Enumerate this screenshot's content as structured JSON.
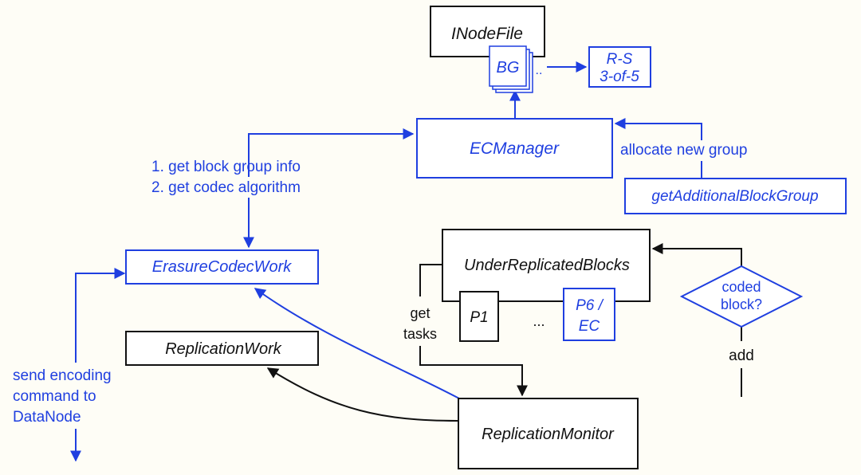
{
  "colors": {
    "blue": "#1f3fe0",
    "black": "#111111",
    "background": "#fefdf6"
  },
  "nodes": {
    "inodefile": "INodeFile",
    "bg": "BG",
    "bg_dots": "..",
    "rs_line1": "R-S",
    "rs_line2": "3-of-5",
    "ecmanager": "ECManager",
    "get_additional_block_group": "getAdditionalBlockGroup",
    "erasure_codec_work": "ErasureCodecWork",
    "under_replicated_blocks": "UnderReplicatedBlocks",
    "p1": "P1",
    "p_dots": "...",
    "p6_line1": "P6 /",
    "p6_line2": "EC",
    "coded_block_line1": "coded",
    "coded_block_line2": "block?",
    "replication_work": "ReplicationWork",
    "replication_monitor": "ReplicationMonitor"
  },
  "labels": {
    "get_block_group_info": "1. get block group info",
    "get_codec_algorithm": "2. get codec algorithm",
    "allocate_new_group": "allocate new group",
    "get": "get",
    "tasks": "tasks",
    "add": "add",
    "send_encoding_1": "send encoding",
    "send_encoding_2": "command to",
    "send_encoding_3": "DataNode"
  }
}
